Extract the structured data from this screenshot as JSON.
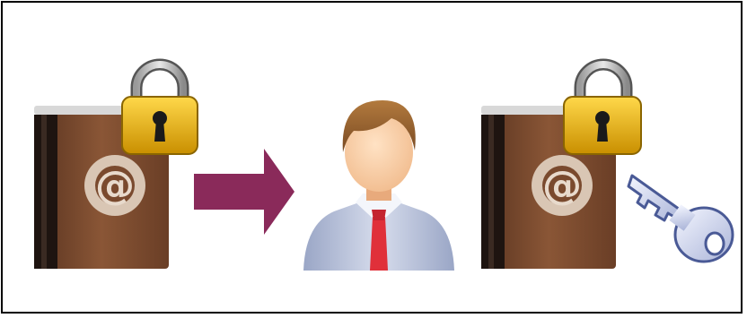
{
  "diagram": {
    "steps": [
      {
        "id": "locked-address-book",
        "icon": "address-book-at-icon",
        "badge": "padlock-icon",
        "book_symbol": "@"
      },
      {
        "id": "arrow",
        "icon": "right-arrow-icon"
      },
      {
        "id": "user",
        "icon": "user-avatar-icon"
      },
      {
        "id": "locked-address-book-with-key",
        "icon": "address-book-at-icon",
        "badge": "padlock-icon",
        "extra": "key-icon",
        "book_symbol": "@"
      }
    ],
    "colors": {
      "frame": "#000000",
      "arrow": "#8a2a5a",
      "book_brown": "#7a4a2e",
      "padlock_gold": "#e8b400",
      "tie": "#e0303a",
      "shirt": "#b8c2dc"
    }
  }
}
